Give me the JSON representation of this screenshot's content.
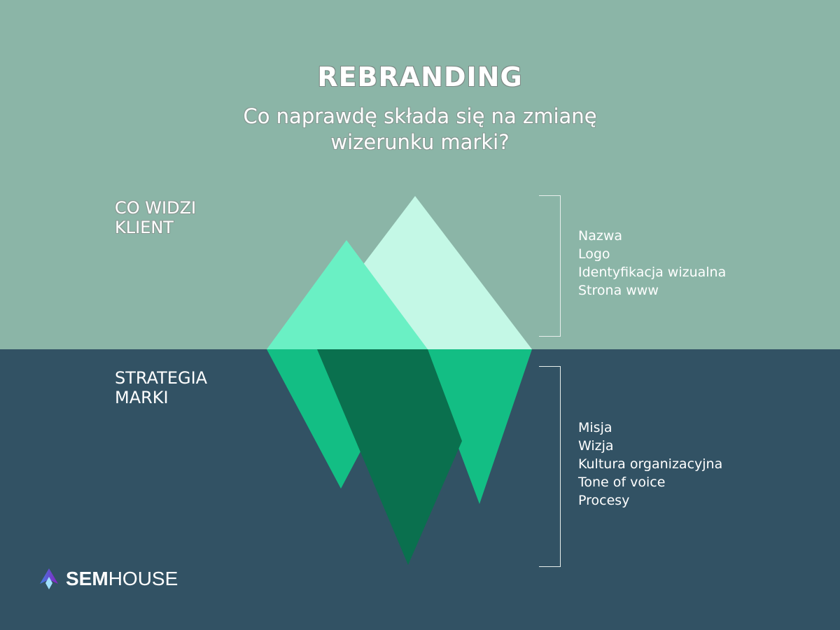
{
  "colors": {
    "sky": "#8bb5a7",
    "sea": "#325264",
    "peak_back": "#c4f8e6",
    "peak_front": "#6af0c4",
    "under_left": "#13be84",
    "under_center": "#0a704e",
    "under_right": "#13be84",
    "bracket": "#e8efec"
  },
  "header": {
    "title": "REBRANDING",
    "subtitle_line1": "Co naprawdę składa się na zmianę",
    "subtitle_line2": "wizerunku marki?"
  },
  "above_water": {
    "label_line1": "CO WIDZI",
    "label_line2": "KLIENT",
    "items": [
      "Nazwa",
      "Logo",
      "Identyfikacja wizualna",
      "Strona www"
    ]
  },
  "below_water": {
    "label_line1": "STRATEGIA",
    "label_line2": "MARKI",
    "items": [
      "Misja",
      "Wizja",
      "Kultura organizacyjna",
      "Tone of voice",
      "Procesy"
    ]
  },
  "brand": {
    "bold_part": "SEM",
    "regular_part": "HOUSE",
    "icon": "semhouse-logo-icon"
  }
}
